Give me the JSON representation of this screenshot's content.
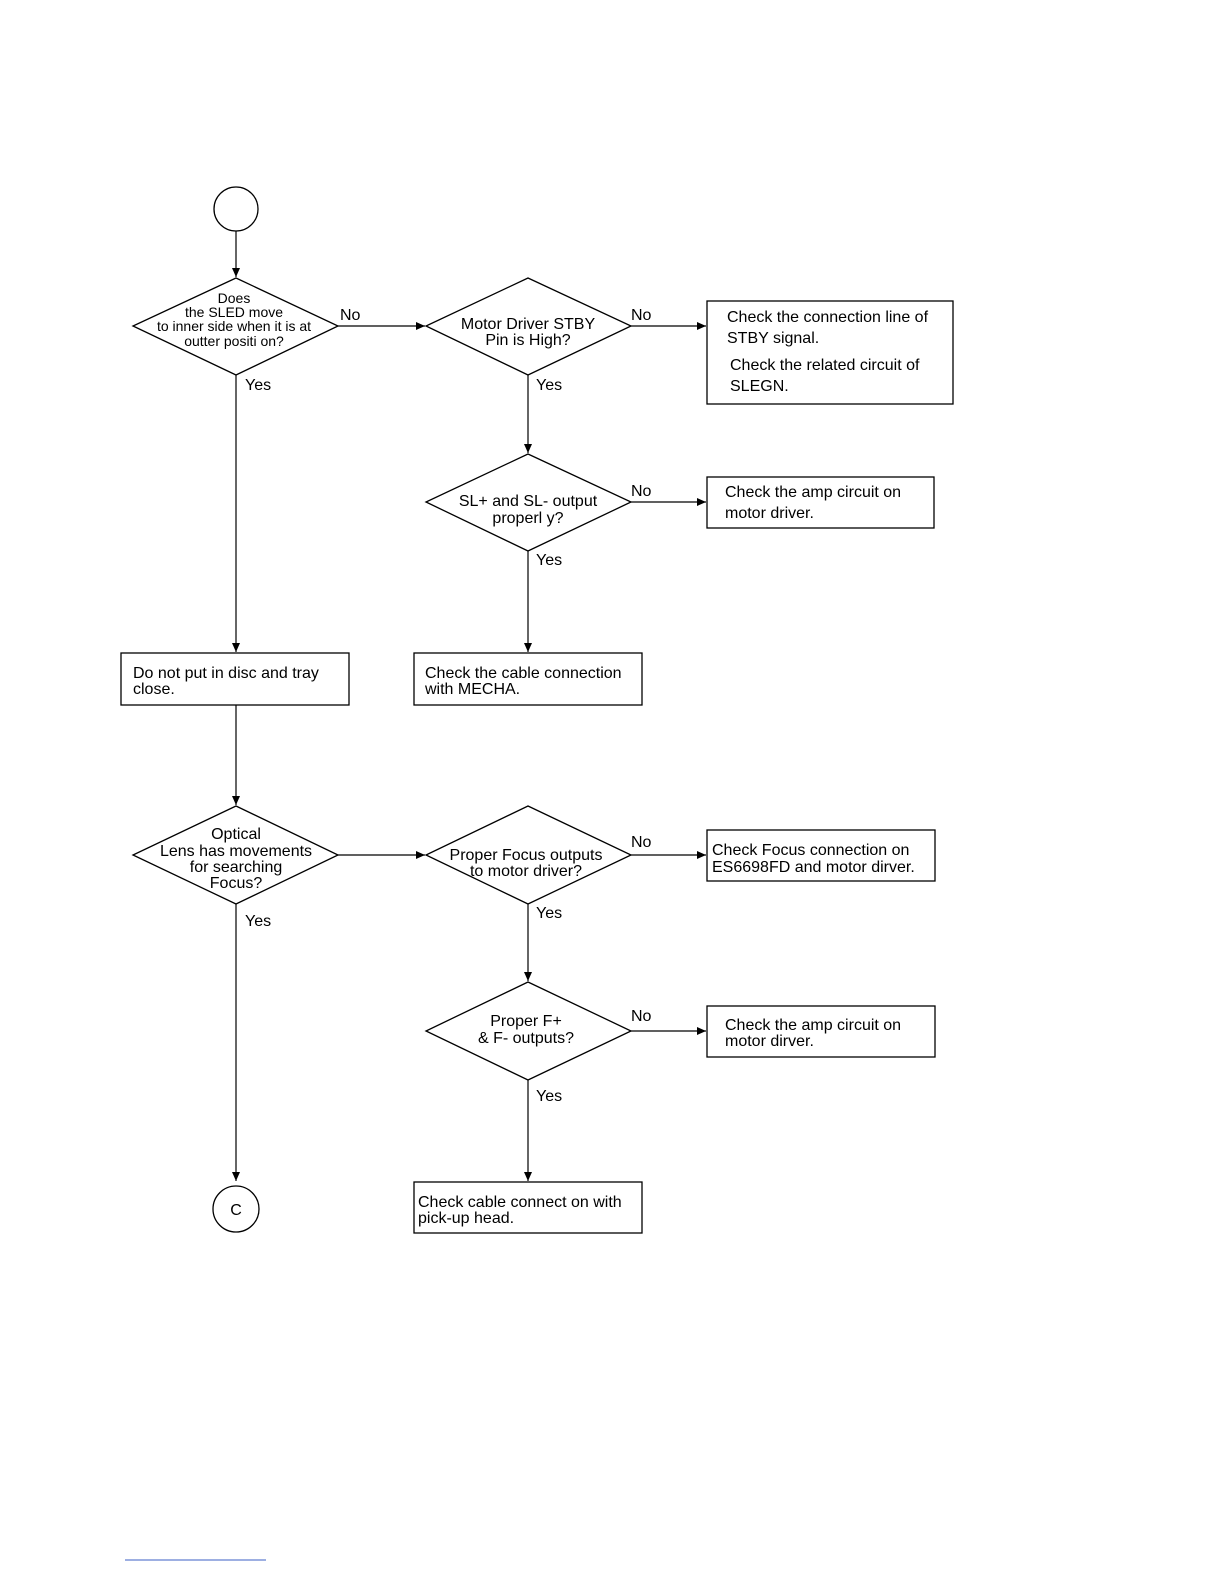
{
  "flowchart": {
    "connector_bottom_label": "C",
    "d1": {
      "lines": [
        "Does",
        "the SLED move",
        "to inner side when it is at",
        "outter positi on?"
      ]
    },
    "d2": {
      "lines": [
        "Motor Driver STBY",
        "Pin is High?"
      ]
    },
    "d3": {
      "lines": [
        "SL+ and SL- output",
        "properl y?"
      ]
    },
    "d4": {
      "lines": [
        "Optical",
        "Lens has movements",
        "for searching",
        "Focus?"
      ]
    },
    "d5": {
      "lines": [
        "Proper Focus  outputs",
        "to motor driver?"
      ]
    },
    "d6": {
      "lines": [
        "Proper F+",
        "& F- outputs?"
      ]
    },
    "b1": {
      "lines": [
        "Check the connection line of",
        "STBY signal.",
        "Check the related circuit of",
        "SLEGN."
      ]
    },
    "b2": {
      "lines": [
        "Check the amp circuit on",
        "motor driver."
      ]
    },
    "b3": {
      "lines": [
        "Check the cable connection",
        "with MECHA."
      ]
    },
    "b4": {
      "lines": [
        "Do not put in disc and tray",
        "close."
      ]
    },
    "b5": {
      "lines": [
        "Check  Focus connection on",
        "ES6698FD and motor dirver."
      ]
    },
    "b6": {
      "lines": [
        "Check the amp circuit on",
        "motor dirver."
      ]
    },
    "b7": {
      "lines": [
        "Check cable connect on with",
        "pick-up head."
      ]
    },
    "labels": {
      "yes": "Yes",
      "no": "No"
    }
  }
}
